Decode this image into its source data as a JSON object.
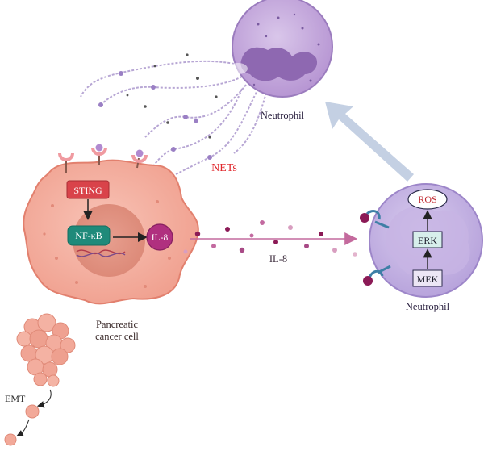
{
  "labels": {
    "neutrophil_top": "Neutrophil",
    "neutrophil_right": "Neutrophil",
    "nets": "NETs",
    "sting": "STING",
    "nfkb": "NF-κB",
    "il8_node": "IL-8",
    "il8_arrow": "IL-8",
    "ros": "ROS",
    "erk": "ERK",
    "mek": "MEK",
    "cancer_cell_line1": "Pancreatic",
    "cancer_cell_line2": "cancer cell",
    "emt": "EMT"
  },
  "colors": {
    "neutrophil_fill": "#c9b1de",
    "neutrophil_edge": "#8f6fb3",
    "cancer_fill": "#f6b4a6",
    "cancer_edge": "#e2806e",
    "sting_fill": "#d9434a",
    "nfkb_fill": "#1f8a7a",
    "il8_fill": "#b0307f",
    "nets_text": "#e0262b",
    "big_arrow": "#c4d0e3",
    "il8_arrow": "#c46a9d"
  }
}
